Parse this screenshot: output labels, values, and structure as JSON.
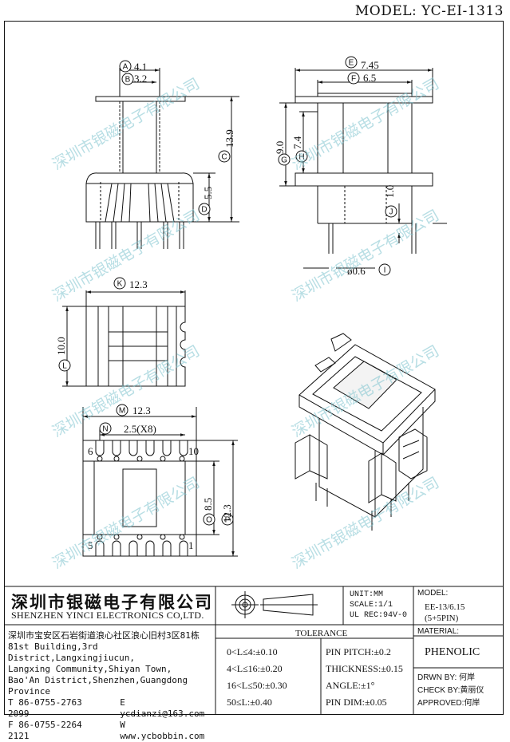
{
  "model": "MODEL: YC-EI-1313",
  "dimensions": {
    "A": "4.1",
    "B": "3.2",
    "C": "13.9",
    "D": "5.5",
    "E": "7.45",
    "F": "6.5",
    "G": "9.0",
    "H": "7.4",
    "J": "1.0",
    "I": "ø0.6",
    "K": "12.3",
    "L": "10.0",
    "M": "12.3",
    "N": "2.5(X8)",
    "O": "8.5",
    "P": "12.3"
  },
  "callouts": [
    "A",
    "B",
    "C",
    "D",
    "E",
    "F",
    "G",
    "H",
    "J",
    "I",
    "K",
    "L",
    "M",
    "N",
    "O",
    "P"
  ],
  "pins": {
    "top_left": "6",
    "top_right": "10",
    "bottom_left": "5",
    "bottom_right": "1"
  },
  "watermark": "深圳市银磁电子有限公司",
  "company": {
    "name_cn": "深圳市银磁电子有限公司",
    "name_en": "SHENZHEN YINCI ELECTRONICS CO,LTD.",
    "address_cn": "深圳市宝安区石岩街道浪心社区浪心旧村3区81栋",
    "address_en": [
      "81st Building,3rd District,Langxingjiucun,",
      "Langxing Community,Shiyan Town,",
      "Bao'An District,Shenzhen,Guangdong Province"
    ],
    "tel": "T 86-0755-2763 2099",
    "fax": "F 86-0755-2264 2121",
    "email": "E ycdianzi@163.com",
    "web": "W www.ycbobbin.com"
  },
  "info": {
    "unit": "UNIT:MM",
    "scale": "SCALE:1/1",
    "ul": "UL REC:94V-0"
  },
  "model_box": {
    "label": "MODEL:",
    "line1": "EE-13/6.15",
    "line2": "(5+5PIN)"
  },
  "material": {
    "label": "MATERIAL:",
    "value": "PHENOLIC"
  },
  "tolerance": {
    "title": "TOLERANCE",
    "left": [
      "0<L≤4:±0.10",
      "4<L≤16:±0.20",
      "16<L≤50:±0.30",
      "50≤L:±0.40"
    ],
    "right": [
      "PIN PITCH:±0.2",
      "THICKNESS:±0.15",
      "ANGLE:±1°",
      "PIN DIM:±0.05"
    ]
  },
  "signoff": {
    "drawn": "DRWN BY: 何岸",
    "check": "CHECK BY:黄丽仪",
    "approved": "APPROVED:何岸"
  }
}
